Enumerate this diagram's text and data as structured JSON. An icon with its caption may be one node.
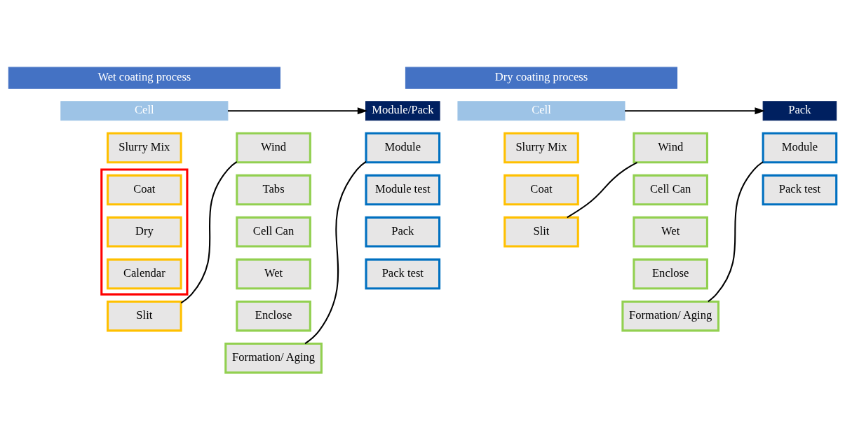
{
  "diagram": {
    "nodes": [
      {
        "text": [
          "Wet coating process"
        ]
      },
      {
        "text": [
          "Cell"
        ]
      },
      {
        "text": [
          "Module/Pack"
        ]
      },
      {
        "text": [
          "Slurry Mix"
        ]
      },
      {
        "text": [],
        "shape": "box"
      },
      {
        "text": [
          "Coat"
        ],
        "in": 4
      },
      {
        "text": [
          "Dry"
        ],
        "in": 4
      },
      {
        "text": [
          "Calendar"
        ],
        "in": 4
      },
      {
        "text": [
          "Slit"
        ]
      },
      {
        "text": [
          "Wind"
        ]
      },
      {
        "text": [
          "Tabs"
        ]
      },
      {
        "text": [
          "Cell Can"
        ]
      },
      {
        "text": [
          "Wet"
        ]
      },
      {
        "text": [
          "Enclose"
        ]
      },
      {
        "text": [
          "Formation/ Aging"
        ]
      },
      {
        "text": [
          "Module"
        ]
      },
      {
        "text": [
          "Module test"
        ]
      },
      {
        "text": [
          "Pack"
        ]
      },
      {
        "text": [
          "Pack test"
        ]
      },
      {
        "text": [
          "Dry coating process"
        ]
      },
      {
        "text": [
          "Cell"
        ]
      },
      {
        "text": [
          "Pack"
        ]
      },
      {
        "text": [
          "Slurry Mix"
        ]
      },
      {
        "text": [
          "Coat"
        ]
      },
      {
        "text": [
          "Slit"
        ]
      },
      {
        "text": [
          "Wind"
        ]
      },
      {
        "text": [
          "Cell Can"
        ]
      },
      {
        "text": [
          "Wet"
        ]
      },
      {
        "text": [
          "Enclose"
        ]
      },
      {
        "text": [
          "Formation/ Aging"
        ]
      },
      {
        "text": [
          "Module"
        ]
      },
      {
        "text": [
          "Pack test"
        ]
      }
    ],
    "edges": [
      {
        "from": 1,
        "to": 2,
        "arrow": "to"
      },
      {
        "from": 8,
        "to": 9,
        "arrow": "none"
      },
      {
        "from": 14,
        "to": 15,
        "arrow": "none"
      },
      {
        "from": 20,
        "to": 21,
        "arrow": "to"
      },
      {
        "from": 24,
        "to": 25,
        "arrow": "none"
      },
      {
        "from": 29,
        "to": 30,
        "arrow": "none"
      }
    ]
  }
}
